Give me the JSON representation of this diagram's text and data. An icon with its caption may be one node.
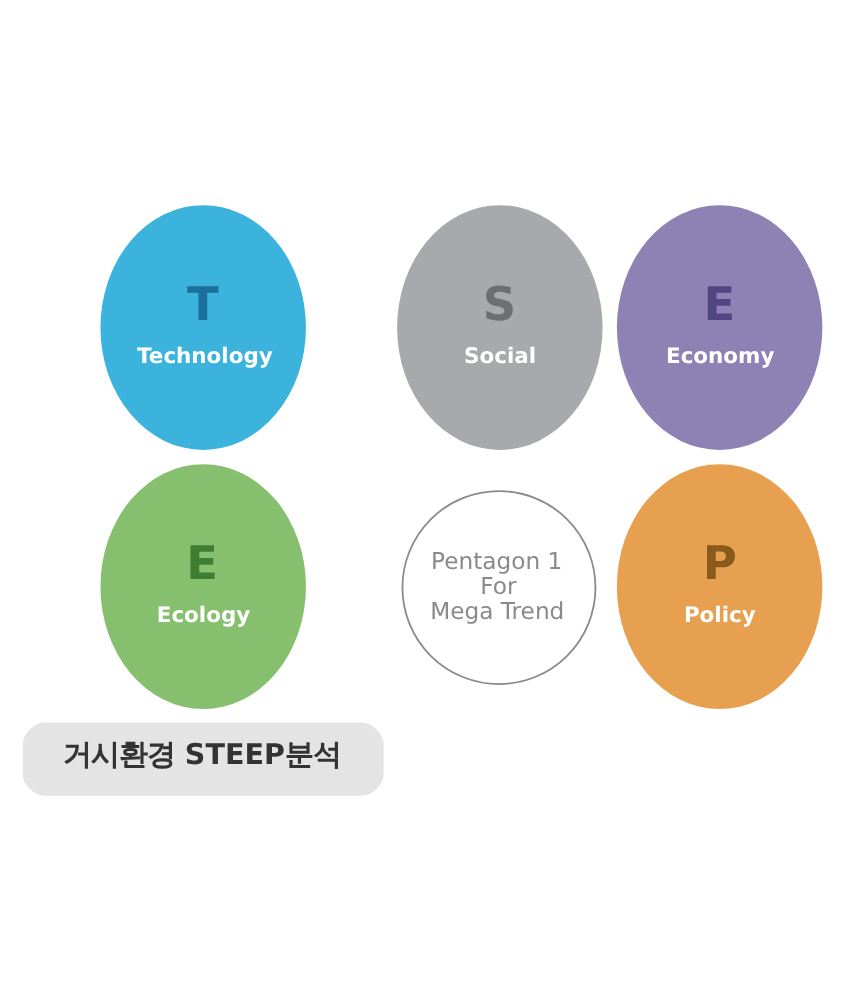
{
  "diagram": {
    "nodes": [
      {
        "text": [
          "S",
          "Social"
        ]
      },
      {
        "text": [
          "T",
          "Technology"
        ]
      },
      {
        "text": [
          "Pentagon 1 For Mega Trend"
        ]
      },
      {
        "text": [
          "E",
          "Economy"
        ]
      },
      {
        "text": [
          "E",
          "Ecology"
        ]
      },
      {
        "text": [
          "P",
          "Policy"
        ]
      },
      {
        "text": [
          "거시환경 STEEP분석"
        ]
      }
    ],
    "edges": []
  }
}
